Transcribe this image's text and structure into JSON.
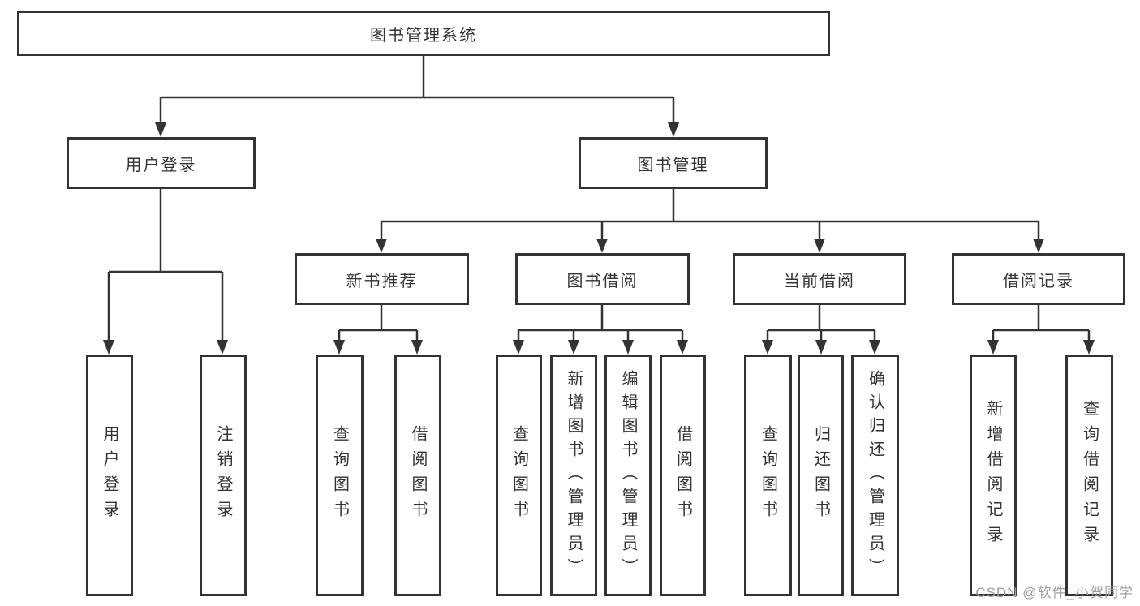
{
  "diagram": {
    "root": "图书管理系统",
    "level2": [
      "用户登录",
      "图书管理"
    ],
    "level3": [
      "新书推荐",
      "图书借阅",
      "当前借阅",
      "借阅记录"
    ],
    "leaves": [
      "用户登录",
      "注销登录",
      "查询图书",
      "借阅图书",
      "查询图书",
      "新增图书（管理员）",
      "编辑图书（管理员）",
      "借阅图书",
      "查询图书",
      "归还图书",
      "确认归还（管理员）",
      "新增借阅记录",
      "查询借阅记录"
    ]
  },
  "watermark": "CSDN @软件_小贺同学",
  "colors": {
    "line": "#333333",
    "text": "#333333",
    "background": "#ffffff",
    "watermark": "#9e9e9e"
  }
}
